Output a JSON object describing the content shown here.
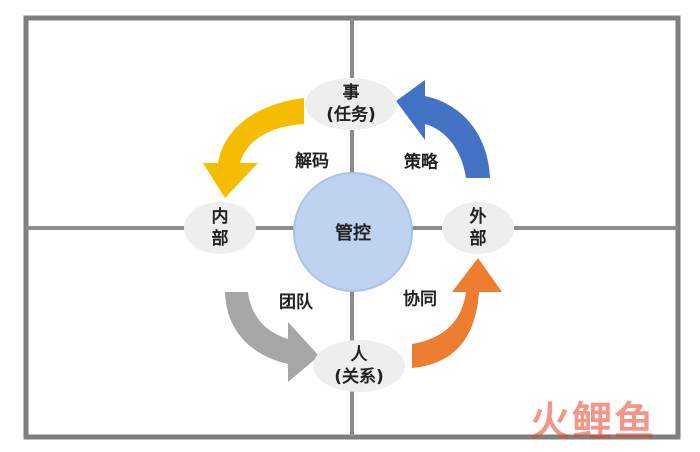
{
  "nodes": {
    "top": {
      "line1": "事",
      "line2": "(任务)"
    },
    "left": {
      "line1": "内",
      "line2": "部"
    },
    "right": {
      "line1": "外",
      "line2": "部"
    },
    "bottom": {
      "line1": "人",
      "line2": "(关系)"
    },
    "center": "管控"
  },
  "arrow_labels": {
    "top_left": "解码",
    "top_right": "策略",
    "bottom_left": "团队",
    "bottom_right": "协同"
  },
  "arrow_colors": {
    "top_left": "#f5bd00",
    "top_right": "#4472c4",
    "bottom_left": "#a6a6a6",
    "bottom_right": "#ed7d31"
  },
  "watermark": {
    "c1": "火",
    "c2": "鲤",
    "c3": "鱼"
  }
}
